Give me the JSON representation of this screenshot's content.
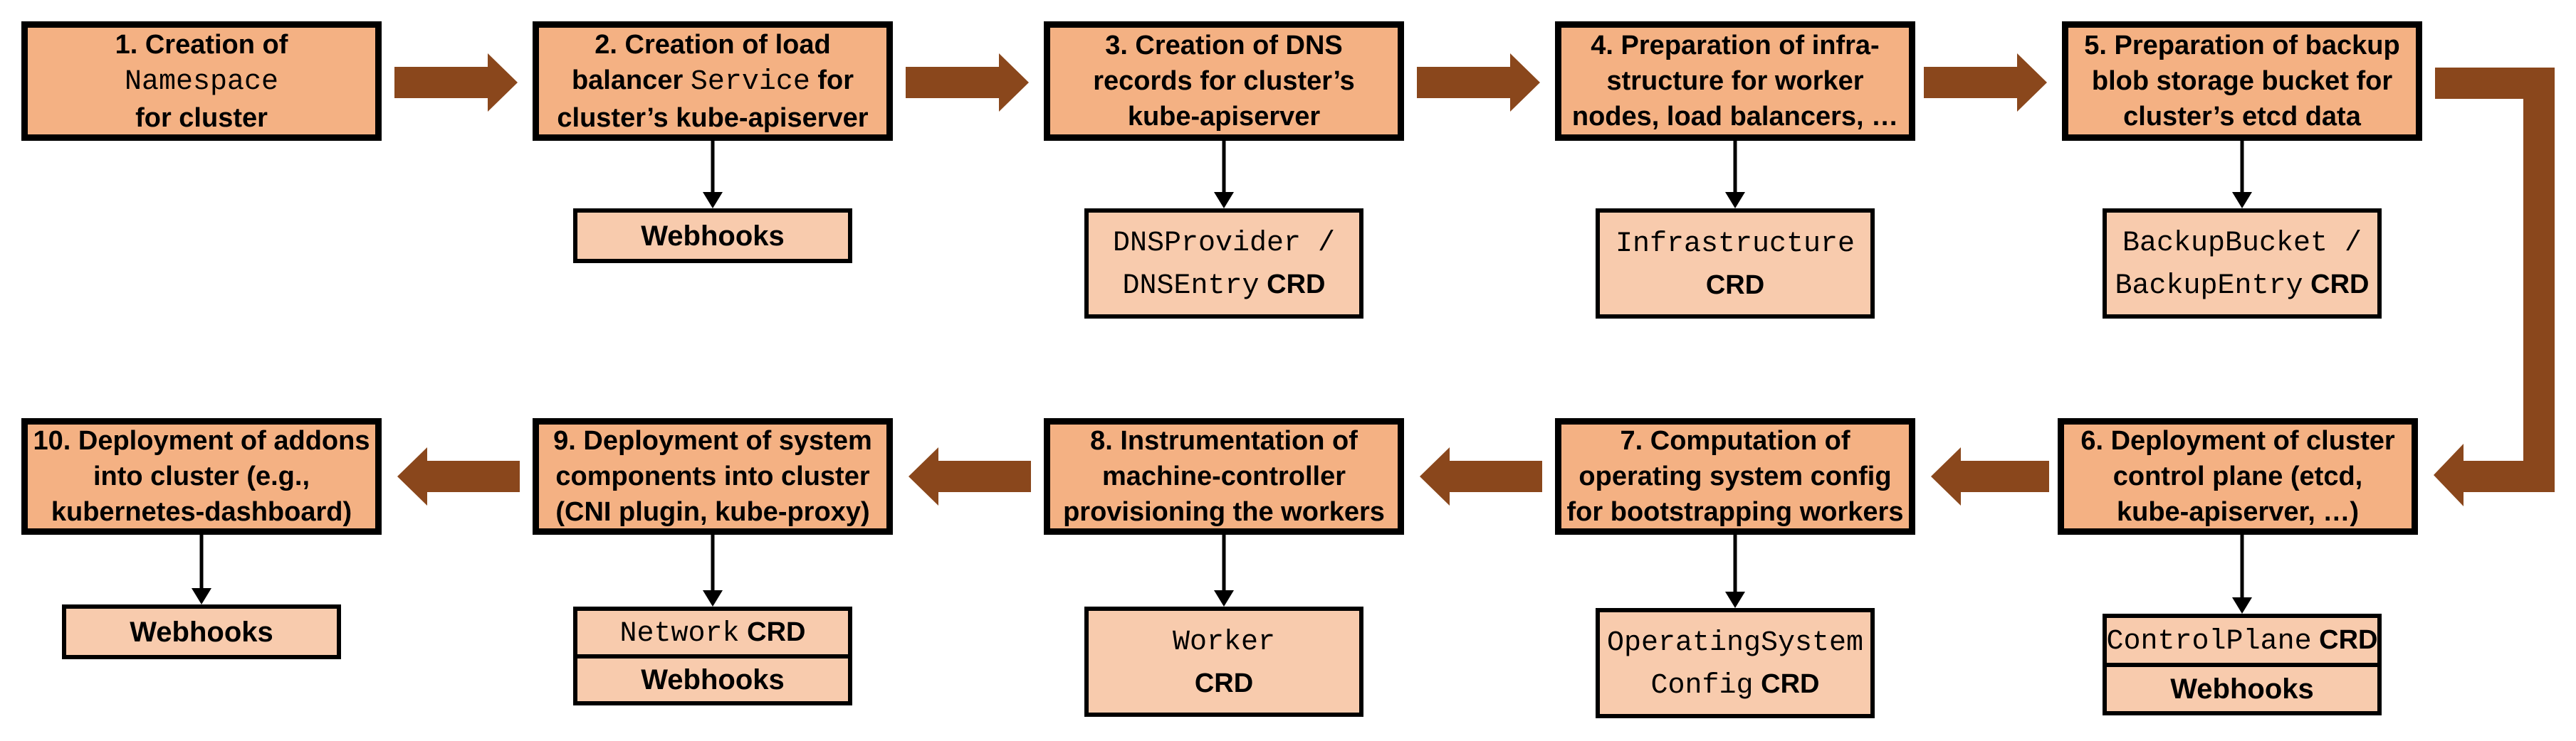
{
  "colors": {
    "box_fill": "#F4B183",
    "sub_fill": "#F8CBAD",
    "arrow_brown": "#8A471C",
    "border": "#000000",
    "background": "#FFFFFF"
  },
  "steps": [
    {
      "lines": [
        [
          {
            "t": "1. Creation of",
            "s": "p"
          }
        ],
        [
          {
            "t": "Namespace",
            "s": "m"
          }
        ],
        [
          {
            "t": "for cluster",
            "s": "p"
          }
        ]
      ]
    },
    {
      "lines": [
        [
          {
            "t": "2. Creation of load",
            "s": "p"
          }
        ],
        [
          {
            "t": "balancer ",
            "s": "p"
          },
          {
            "t": "Service",
            "s": "m"
          },
          {
            "t": " for",
            "s": "p"
          }
        ],
        [
          {
            "t": "cluster’s kube-apiserver",
            "s": "p"
          }
        ]
      ]
    },
    {
      "lines": [
        [
          {
            "t": "3. Creation of DNS",
            "s": "p"
          }
        ],
        [
          {
            "t": "records for cluster’s",
            "s": "p"
          }
        ],
        [
          {
            "t": "kube-apiserver",
            "s": "p"
          }
        ]
      ]
    },
    {
      "lines": [
        [
          {
            "t": "4. Preparation of infra-",
            "s": "p"
          }
        ],
        [
          {
            "t": "structure for worker",
            "s": "p"
          }
        ],
        [
          {
            "t": "nodes, load balancers, …",
            "s": "p"
          }
        ]
      ]
    },
    {
      "lines": [
        [
          {
            "t": "5. Preparation of backup",
            "s": "p"
          }
        ],
        [
          {
            "t": "blob storage bucket for",
            "s": "p"
          }
        ],
        [
          {
            "t": "cluster’s etcd data",
            "s": "p"
          }
        ]
      ]
    },
    {
      "lines": [
        [
          {
            "t": "6. Deployment of cluster",
            "s": "p"
          }
        ],
        [
          {
            "t": "control plane (etcd,",
            "s": "p"
          }
        ],
        [
          {
            "t": "kube-apiserver, …)",
            "s": "p"
          }
        ]
      ]
    },
    {
      "lines": [
        [
          {
            "t": "7. Computation of",
            "s": "p"
          }
        ],
        [
          {
            "t": "operating system config",
            "s": "p"
          }
        ],
        [
          {
            "t": "for bootstrapping workers",
            "s": "p"
          }
        ]
      ]
    },
    {
      "lines": [
        [
          {
            "t": "8. Instrumentation of",
            "s": "p"
          }
        ],
        [
          {
            "t": "machine-controller",
            "s": "p"
          }
        ],
        [
          {
            "t": "provisioning the workers",
            "s": "p"
          }
        ]
      ]
    },
    {
      "lines": [
        [
          {
            "t": "9. Deployment of system",
            "s": "p"
          }
        ],
        [
          {
            "t": "components into cluster",
            "s": "p"
          }
        ],
        [
          {
            "t": "(CNI plugin, kube-proxy)",
            "s": "p"
          }
        ]
      ]
    },
    {
      "lines": [
        [
          {
            "t": "10. Deployment of addons",
            "s": "p"
          }
        ],
        [
          {
            "t": "into cluster (e.g.,",
            "s": "p"
          }
        ],
        [
          {
            "t": "kubernetes-dashboard)",
            "s": "p"
          }
        ]
      ]
    }
  ],
  "subs": {
    "webhooks2": [
      [
        {
          "t": "Webhooks",
          "s": "p"
        }
      ]
    ],
    "dns": [
      [
        {
          "t": "DNSProvider /",
          "s": "m"
        }
      ],
      [
        {
          "t": "DNSEntry",
          "s": "m"
        },
        {
          "t": " CRD",
          "s": "b"
        }
      ]
    ],
    "infra": [
      [
        {
          "t": "Infrastructure",
          "s": "m"
        }
      ],
      [
        {
          "t": "CRD",
          "s": "b"
        }
      ]
    ],
    "backup": [
      [
        {
          "t": "BackupBucket /",
          "s": "m"
        }
      ],
      [
        {
          "t": "BackupEntry",
          "s": "m"
        },
        {
          "t": " CRD",
          "s": "b"
        }
      ]
    ],
    "controlplane": [
      [
        {
          "t": "ControlPlane",
          "s": "m"
        },
        {
          "t": " CRD",
          "s": "b"
        }
      ]
    ],
    "webhooks6": [
      [
        {
          "t": "Webhooks",
          "s": "p"
        }
      ]
    ],
    "osc": [
      [
        {
          "t": "OperatingSystem",
          "s": "m"
        }
      ],
      [
        {
          "t": "Config",
          "s": "m"
        },
        {
          "t": " CRD",
          "s": "b"
        }
      ]
    ],
    "worker": [
      [
        {
          "t": "Worker",
          "s": "m"
        }
      ],
      [
        {
          "t": "CRD",
          "s": "b"
        }
      ]
    ],
    "network": [
      [
        {
          "t": "Network",
          "s": "m"
        },
        {
          "t": " CRD",
          "s": "b"
        }
      ]
    ],
    "webhooks9": [
      [
        {
          "t": "Webhooks",
          "s": "p"
        }
      ]
    ],
    "webhooks10": [
      [
        {
          "t": "Webhooks",
          "s": "p"
        }
      ]
    ]
  }
}
